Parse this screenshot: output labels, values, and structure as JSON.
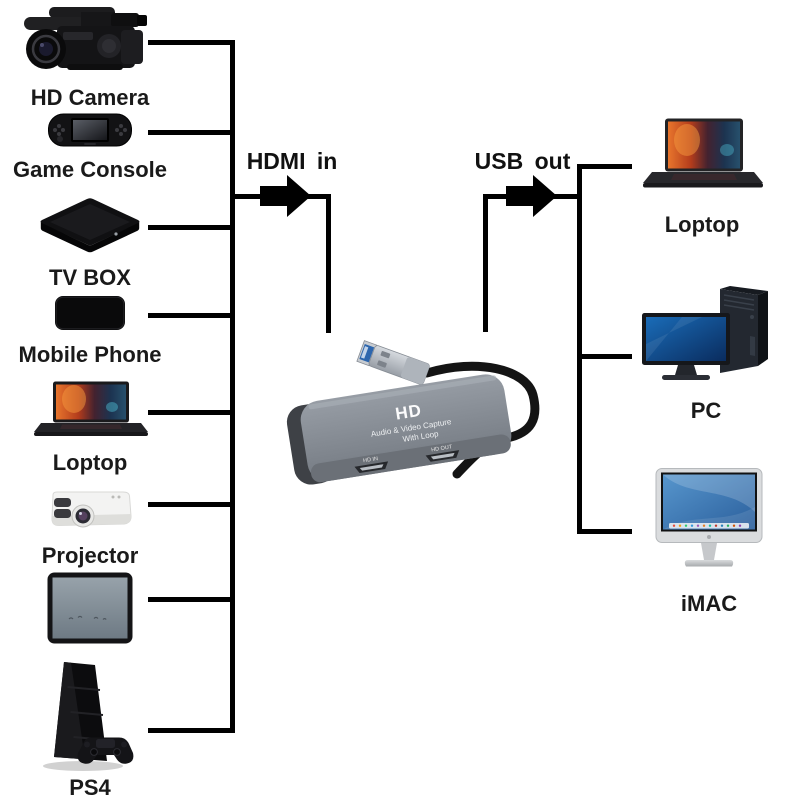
{
  "flow": {
    "hdmi_in": "HDMI in",
    "usb_out": "USB out"
  },
  "left_devices": [
    {
      "id": "hd-camera",
      "label": "HD Camera"
    },
    {
      "id": "game-console",
      "label": "Game Console"
    },
    {
      "id": "tv-box",
      "label": "TV BOX"
    },
    {
      "id": "mobile-phone",
      "label": "Mobile Phone"
    },
    {
      "id": "laptop-left",
      "label": "Loptop"
    },
    {
      "id": "projector",
      "label": "Projector"
    },
    {
      "id": "tablet",
      "label": ""
    },
    {
      "id": "ps4",
      "label": "PS4"
    }
  ],
  "right_devices": [
    {
      "id": "laptop-right",
      "label": "Loptop"
    },
    {
      "id": "pc",
      "label": "PC"
    },
    {
      "id": "imac",
      "label": "iMAC"
    }
  ],
  "capture_device": {
    "logo": "HD",
    "tagline_line1": "Audio & Video Capture",
    "tagline_line2": "With Loop",
    "port_in": "HD IN",
    "port_out": "HD OUT"
  },
  "colors": {
    "background": "#ffffff",
    "line": "#000000",
    "label_text": "#1a1a1a",
    "device_body_gray": "#82888f",
    "usb_blue": "#2d66ad"
  }
}
